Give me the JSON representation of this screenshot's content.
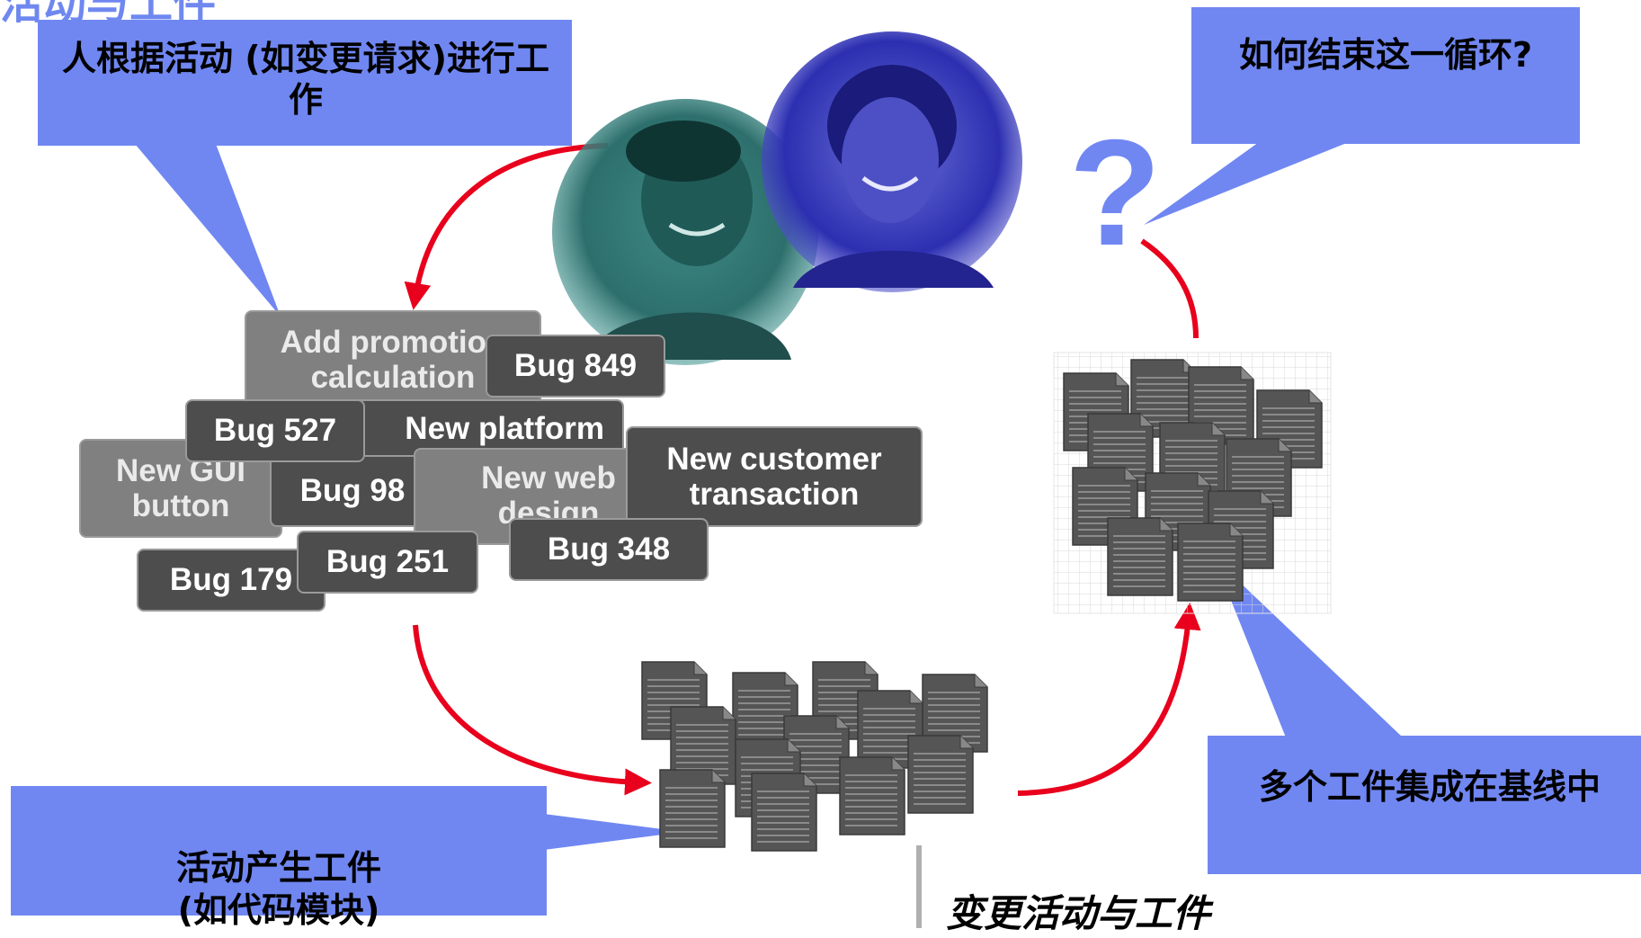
{
  "slide": {
    "title": "活动与工件",
    "caption": "变更活动与工件"
  },
  "callouts": {
    "people_work": "人根据活动 (如变更请求)进行工作",
    "loop_end": "如何结束这一循环?",
    "produce": "活动产生工件\n(如代码模块)",
    "baseline": "多个工件集成在基线中"
  },
  "question_mark": "?",
  "cards": {
    "add_promotion": "Add promotion\ncalculation",
    "bug_849": "Bug 849",
    "bug_527": "Bug 527",
    "new_platform": "New platform",
    "new_gui": "New GUI\nbutton",
    "bug_98": "Bug 98",
    "new_web": "New web\ndesign",
    "new_customer": "New customer\ntransaction",
    "bug_179": "Bug 179",
    "bug_251": "Bug 251",
    "bug_348": "Bug 348"
  },
  "colors": {
    "callout": "#7087f2",
    "arrow": "#e8001c",
    "card_dark": "#4d4d4d",
    "card_light": "#808080"
  }
}
